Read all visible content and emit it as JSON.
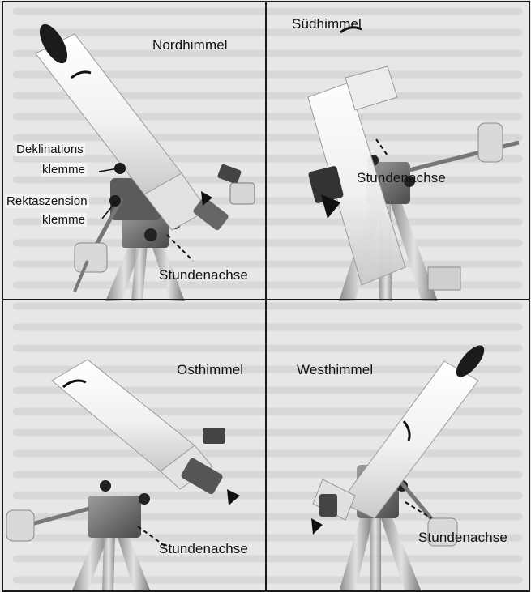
{
  "panels": [
    {
      "title": "Nordhimmel",
      "labels": {
        "declination": "Deklinations",
        "declination_clamp": "klemme",
        "rightascension": "Rektaszension",
        "rightascension_clamp": "klemme",
        "axis": "Stundenachse"
      }
    },
    {
      "title": "Südhimmel",
      "labels": {
        "axis": "Stundenachse"
      }
    },
    {
      "title": "Osthimmel",
      "labels": {
        "axis": "Stundenachse"
      }
    },
    {
      "title": "Westhimmel",
      "labels": {
        "axis": "Stundenachse"
      }
    }
  ],
  "colors": {
    "background": "#e9e9e9",
    "tube": "#f7f7f7",
    "metal": "#6a6a6a",
    "dark": "#1b1b1b",
    "border": "#1a1a1a"
  }
}
